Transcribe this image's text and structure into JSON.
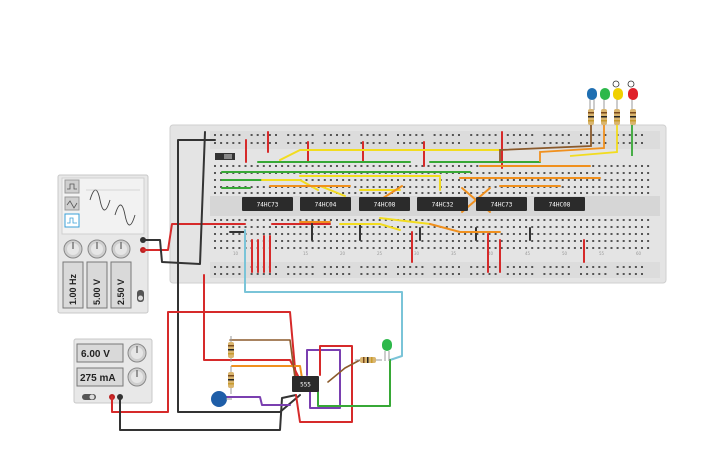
{
  "function_generator": {
    "frequency": "1.00 Hz",
    "amplitude": "5.00 V",
    "dc_offset": "2.50 V",
    "waveform_buttons": [
      "square-wave-icon",
      "triangle-wave-icon",
      "sine-wave-icon"
    ]
  },
  "power_supply": {
    "voltage": "6.00 V",
    "current": "275 mA"
  },
  "breadboard_chips": [
    "74HC73",
    "74HC04",
    "74HC08",
    "74HC32",
    "74HC73",
    "74HC08"
  ],
  "timer_chip": "555",
  "breadboard_column_numbers": [
    "10",
    "15",
    "20",
    "25",
    "30",
    "35",
    "40",
    "45",
    "50",
    "55",
    "60"
  ],
  "led_colors": [
    "#1f6fb2",
    "#2db84a",
    "#f0d000",
    "#e0202a"
  ],
  "output_led_color": "#2db84a",
  "wire_colors": {
    "red": "#d62a2a",
    "black": "#333333",
    "orange": "#f0901e",
    "yellow": "#f2dc1f",
    "green": "#37a836",
    "blue": "#7ac4d8",
    "purple": "#7a3fb0",
    "brown": "#8b5a2b"
  }
}
